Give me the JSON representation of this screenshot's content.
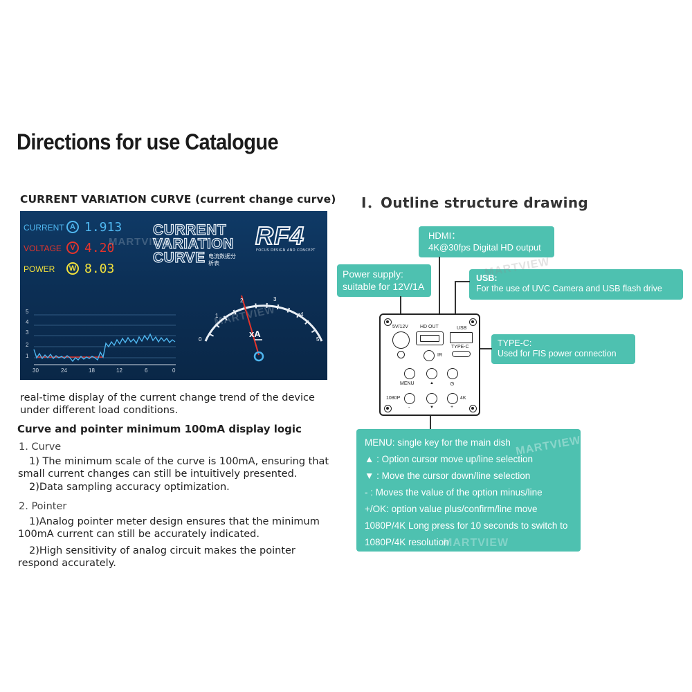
{
  "title": "Directions for use Catalogue",
  "left": {
    "heading": "CURRENT VARIATION CURVE (current change curve)",
    "screen": {
      "readings": [
        {
          "label": "CURRENT",
          "unit": "A",
          "value": "1.913",
          "color": "#4fb6ef"
        },
        {
          "label": "VOLTAGE",
          "unit": "V",
          "value": "4.20",
          "color": "#e5342b"
        },
        {
          "label": "POWER",
          "unit": "W",
          "value": "8.03",
          "color": "#f3e23c"
        }
      ],
      "curve_title": [
        "CURRENT",
        "VARIATION",
        "CURVE"
      ],
      "curve_title_cn": "电流数据分析表",
      "brand": "RF4",
      "brand_sub": "FOCUS DESIGN AND CONCEPT",
      "watermark": "MARTVIEW",
      "y_ticks": [
        "5",
        "4",
        "3",
        "2",
        "1"
      ],
      "x_ticks": [
        "30",
        "24",
        "18",
        "12",
        "6",
        "0"
      ],
      "meter_ticks": [
        "0",
        "1",
        "2",
        "3",
        "4",
        "5"
      ],
      "meter_unit": "xA"
    },
    "description": "real-time display of the current change trend of the device under different load conditions.",
    "logic_heading": "Curve and pointer minimum 100mA display logic",
    "curve_heading": "1. Curve",
    "curve_p1": "1) The minimum scale of the curve is 100mA, ensuring that small current changes can still be intuitively presented.",
    "curve_p2": "2)Data sampling accuracy optimization.",
    "pointer_heading": "2. Pointer",
    "pointer_p1": "1)Analog pointer meter design ensures that the minimum 100mA current can still be accurately indicated.",
    "pointer_p2": "2)High sensitivity of analog circuit makes the pointer respond accurately."
  },
  "right": {
    "heading": "Ⅰ．Outline structure drawing",
    "hdmi": {
      "title": "HDMI：",
      "desc": "4K@30fps Digital HD output"
    },
    "power": {
      "title": "Power supply:",
      "desc": "suitable for 12V/1A"
    },
    "usb": {
      "title": "USB:",
      "desc": "For the use of UVC Camera and USB flash drive"
    },
    "typec": {
      "title": "TYPE-C:",
      "desc": "Used for FIS power connection"
    },
    "camera_labels": {
      "power": "5V/12V",
      "hdout": "HD OUT",
      "usb": "USB",
      "typec": "TYPE-C",
      "ir": "IR",
      "menu": "MENU",
      "up": "▲",
      "cam": "⊙",
      "p1080": "1080P",
      "k4": "4K",
      "minus": "-",
      "down": "▼",
      "plus": "+"
    },
    "menu_lines": [
      "MENU: single key for the main dish",
      "▲ : Option cursor move up/line selection",
      "▼ : Move the cursor down/line selection",
      "- : Moves the value of the option minus/line",
      "+/OK: option value plus/confirm/line move",
      "1080P/4K Long press for 10 seconds to switch to",
      "1080P/4K resolution"
    ],
    "watermark": "MARTVIEW",
    "accent_color": "#4ec1b0"
  }
}
